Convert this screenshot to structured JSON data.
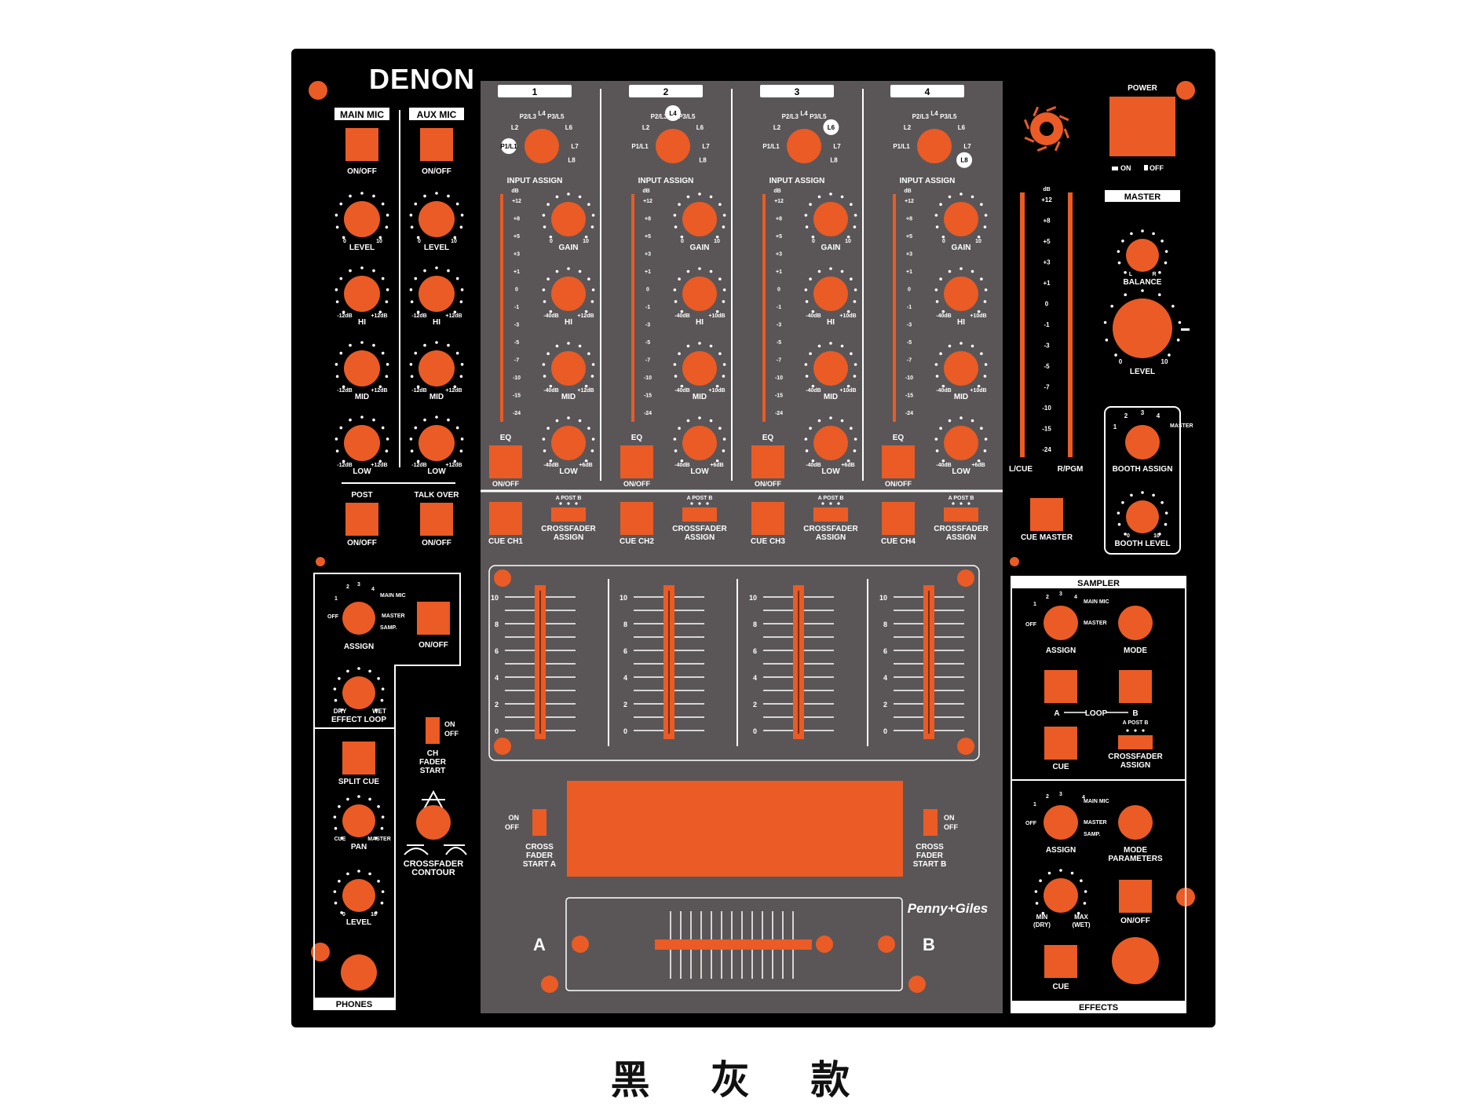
{
  "colors": {
    "body": "#000000",
    "panel": "#5a5657",
    "accent": "#ea5b25",
    "light": "#ffffff",
    "background": "#ffffff"
  },
  "brand": {
    "logo": "DENON",
    "fader_brand": "Penny+Giles"
  },
  "caption": "黑 灰 款",
  "mic": {
    "main_title": "MAIN MIC",
    "aux_title": "AUX MIC",
    "onoff": "ON/OFF",
    "level": "LEVEL",
    "hi": "HI",
    "mid": "MID",
    "low": "LOW",
    "level_min": "0",
    "level_max": "10",
    "eq_min": "-12dB",
    "eq_max": "+12dB",
    "post": "POST",
    "talk_over": "TALK OVER"
  },
  "channels": [
    {
      "number": "1",
      "cue": "CUE CH1",
      "hi_max": "+12dB",
      "mid_max": "+12dB",
      "assign_selected": "P1/L1"
    },
    {
      "number": "2",
      "cue": "CUE CH2",
      "hi_max": "+10dB",
      "mid_max": "+10dB",
      "assign_selected": "L4"
    },
    {
      "number": "3",
      "cue": "CUE CH3",
      "hi_max": "+10dB",
      "mid_max": "+10dB",
      "assign_selected": "L6"
    },
    {
      "number": "4",
      "cue": "CUE CH4",
      "hi_max": "+10dB",
      "mid_max": "+10dB",
      "assign_selected": "L8"
    }
  ],
  "channel_labels": {
    "input_assign": "INPUT ASSIGN",
    "assign_positions": [
      "P1/L1",
      "L2",
      "P2/L3",
      "L4",
      "P3/L5",
      "L6",
      "L7",
      "L8"
    ],
    "gain": "GAIN",
    "gain_min": "0",
    "gain_max": "10",
    "hi": "HI",
    "mid": "MID",
    "low": "LOW",
    "eq_min": "-40dB",
    "low_max": "+6dB",
    "eq": "EQ",
    "onoff": "ON/OFF",
    "crossfader_assign_1": "CROSSFADER",
    "crossfader_assign_2": "ASSIGN",
    "apostb": "A POST B",
    "db": "dB",
    "meter_scale": [
      "+12",
      "+8",
      "+5",
      "+3",
      "+1",
      "0",
      "-1",
      "-3",
      "-5",
      "-7",
      "-10",
      "-15",
      "-24"
    ],
    "fader_scale": [
      "10",
      "8",
      "6",
      "4",
      "2",
      "0"
    ]
  },
  "master_meter": {
    "db": "dB",
    "scale": [
      "+12",
      "+8",
      "+5",
      "+3",
      "+1",
      "0",
      "-1",
      "-3",
      "-5",
      "-7",
      "-10",
      "-15",
      "-24"
    ],
    "left": "L/CUE",
    "right": "R/PGM"
  },
  "right_panel": {
    "power": "POWER",
    "on": "ON",
    "off": "OFF",
    "master": "MASTER",
    "balance": "BALANCE",
    "bal_l": "L",
    "bal_r": "R",
    "level": "LEVEL",
    "level_min": "0",
    "level_max": "10",
    "booth_assign": "BOOTH ASSIGN",
    "booth_level": "BOOTH LEVEL",
    "booth_positions": [
      "1",
      "2",
      "3",
      "4",
      "MASTER"
    ],
    "cue_master": "CUE MASTER"
  },
  "sampler": {
    "title": "SAMPLER",
    "assign": "ASSIGN",
    "mode": "MODE",
    "loop": "LOOP",
    "a": "A",
    "b": "B",
    "cue": "CUE",
    "apostb": "A POST B",
    "crossfader_1": "CROSSFADER",
    "crossfader_2": "ASSIGN",
    "positions": [
      "OFF",
      "1",
      "2",
      "3",
      "4",
      "MAIN MIC",
      "MASTER"
    ]
  },
  "effects": {
    "title": "EFFECTS",
    "assign": "ASSIGN",
    "mode_1": "MODE",
    "mode_2": "PARAMETERS",
    "min": "MIN",
    "min_sub": "(DRY)",
    "max": "MAX",
    "max_sub": "(WET)",
    "onoff": "ON/OFF",
    "cue": "CUE",
    "positions": [
      "OFF",
      "1",
      "2",
      "3",
      "4",
      "MAIN MIC",
      "MASTER",
      "SAMP."
    ]
  },
  "left_panel": {
    "assign": "ASSIGN",
    "onoff": "ON/OFF",
    "effect_loop": "EFFECT LOOP",
    "dry": "DRY",
    "wet": "WET",
    "split_cue": "SPLIT CUE",
    "pan": "PAN",
    "pan_cue": "CUE",
    "pan_master": "MASTER",
    "level": "LEVEL",
    "level_min": "0",
    "level_max": "10",
    "phones": "PHONES",
    "positions": [
      "OFF",
      "1",
      "2",
      "3",
      "4",
      "MAIN MIC",
      "MASTER",
      "SAMP."
    ]
  },
  "crossfader": {
    "ch_fader_start_1": "CH",
    "ch_fader_start_2": "FADER",
    "ch_fader_start_3": "START",
    "on": "ON",
    "off": "OFF",
    "contour_1": "CROSSFADER",
    "contour_2": "CONTOUR",
    "start_a_1": "CROSS",
    "start_a_2": "FADER",
    "start_a_3": "START A",
    "start_b_3": "START B",
    "side_a": "A",
    "side_b": "B"
  }
}
